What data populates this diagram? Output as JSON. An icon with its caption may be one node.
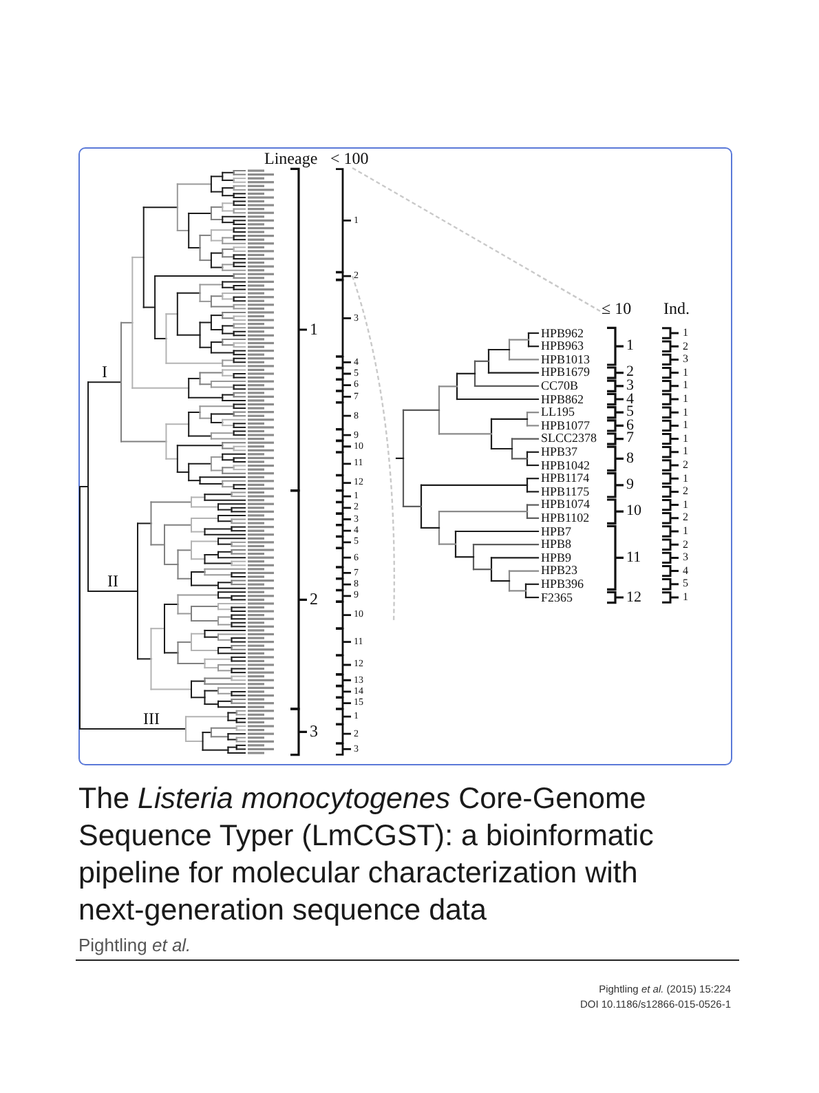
{
  "diagram": {
    "title": "The *Listeria monocytogenes* Core-Genome Sequence Typer (LmCGST): a bioinformatic pipeline for molecular characterization with next-generation sequence data",
    "labels": [
      "Lineage",
      "< 100",
      "I",
      "II",
      "III",
      "1",
      "2",
      "3",
      "1",
      "2",
      "3",
      "4",
      "5",
      "6",
      "7",
      "8",
      "9",
      "10",
      "11",
      "12",
      "1",
      "2",
      "3",
      "4",
      "5",
      "6",
      "7",
      "8",
      "9",
      "10",
      "11",
      "12",
      "13",
      "14",
      "15",
      "1",
      "2",
      "3",
      "≤ 10",
      "Ind.",
      "HPB962",
      "HPB963",
      "HPB1013",
      "HPB1679",
      "CC70B",
      "HPB862",
      "LL195",
      "HPB1077",
      "SLCC2378",
      "HPB37",
      "HPB1042",
      "HPB1174",
      "HPB1175",
      "HPB1074",
      "HPB1102",
      "HPB7",
      "HPB8",
      "HPB9",
      "HPB23",
      "HPB396",
      "F2365",
      "1",
      "2",
      "3",
      "4",
      "5",
      "6",
      "7",
      "8",
      "9",
      "10",
      "11",
      "12",
      "1",
      "2",
      "3",
      "1",
      "1",
      "1",
      "1",
      "1",
      "1",
      "1",
      "2",
      "1",
      "2",
      "1",
      "2",
      "1",
      "2",
      "3",
      "4",
      "5",
      "1",
      "Pightling *et al.*",
      "Pightling *et al.* (2015) 15:224",
      "DOI 10.1186/s12866-015-0526-1"
    ]
  }
}
